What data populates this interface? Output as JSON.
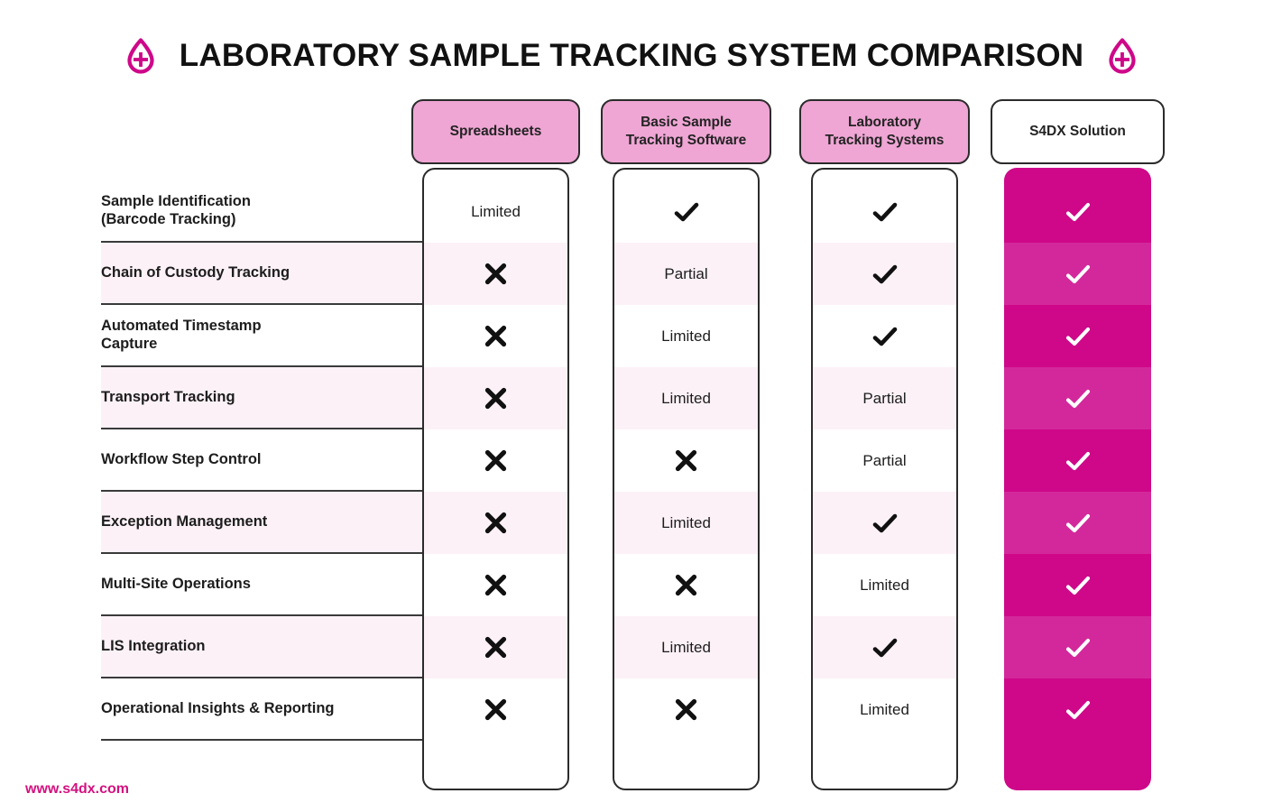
{
  "header": {
    "title": "LABORATORY SAMPLE TRACKING SYSTEM COMPARISON",
    "logo_left": "droplet-plus-icon",
    "logo_right": "droplet-plus-icon"
  },
  "colors": {
    "brand_magenta": "#CE0889",
    "accent_light_magenta": "#D3289B",
    "header_pink": "#EFA6D4",
    "row_stripe": "#FCF1F7",
    "border_dark": "#2b2b2b",
    "text_dark": "#1d1d1d",
    "footer_link": "#D4107F"
  },
  "table": {
    "columns": [
      {
        "label": "Spreadsheets",
        "highlight": false
      },
      {
        "label": "Basic Sample\nTracking Software",
        "highlight": false
      },
      {
        "label": "Laboratory\nTracking Systems",
        "highlight": false
      },
      {
        "label": "S4DX Solution",
        "highlight": true
      }
    ],
    "column_labels_lines": [
      [
        "Spreadsheets"
      ],
      [
        "Basic Sample",
        "Tracking Software"
      ],
      [
        "Laboratory",
        "Tracking Systems"
      ],
      [
        "S4DX Solution"
      ]
    ],
    "rows": [
      {
        "feature_lines": [
          "Sample Identification",
          "(Barcode Tracking)"
        ],
        "feature": "Sample Identification (Barcode Tracking)",
        "values": [
          "Limited",
          "check",
          "check",
          "check"
        ]
      },
      {
        "feature_lines": [
          "Chain of Custody Tracking"
        ],
        "feature": "Chain of Custody Tracking",
        "values": [
          "cross",
          "Partial",
          "check",
          "check"
        ]
      },
      {
        "feature_lines": [
          "Automated Timestamp",
          "Capture"
        ],
        "feature": "Automated Timestamp Capture",
        "values": [
          "cross",
          "Limited",
          "check",
          "check"
        ]
      },
      {
        "feature_lines": [
          "Transport Tracking"
        ],
        "feature": "Transport Tracking",
        "values": [
          "cross",
          "Limited",
          "Partial",
          "check"
        ]
      },
      {
        "feature_lines": [
          "Workflow Step Control"
        ],
        "feature": "Workflow Step Control",
        "values": [
          "cross",
          "cross",
          "Partial",
          "check"
        ]
      },
      {
        "feature_lines": [
          "Exception Management"
        ],
        "feature": "Exception Management",
        "values": [
          "cross",
          "Limited",
          "check",
          "check"
        ]
      },
      {
        "feature_lines": [
          "Multi-Site Operations"
        ],
        "feature": "Multi-Site Operations",
        "values": [
          "cross",
          "cross",
          "Limited",
          "check"
        ]
      },
      {
        "feature_lines": [
          "LIS Integration"
        ],
        "feature": "LIS Integration",
        "values": [
          "cross",
          "Limited",
          "check",
          "check"
        ]
      },
      {
        "feature_lines": [
          "Operational Insights & Reporting"
        ],
        "feature": "Operational Insights & Reporting",
        "values": [
          "cross",
          "cross",
          "Limited",
          "check"
        ]
      }
    ]
  },
  "footer": {
    "url": "www.s4dx.com"
  }
}
